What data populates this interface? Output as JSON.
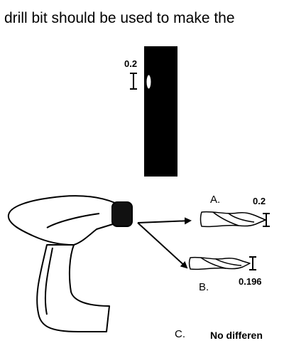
{
  "question": {
    "text": "drill bit should be used to make the"
  },
  "board": {
    "hole_measurement": "0.2",
    "color": "#000000"
  },
  "options": [
    {
      "letter": "A.",
      "measurement": "0.2"
    },
    {
      "letter": "B.",
      "measurement": "0.196"
    },
    {
      "letter": "C.",
      "text": "No differen"
    }
  ]
}
